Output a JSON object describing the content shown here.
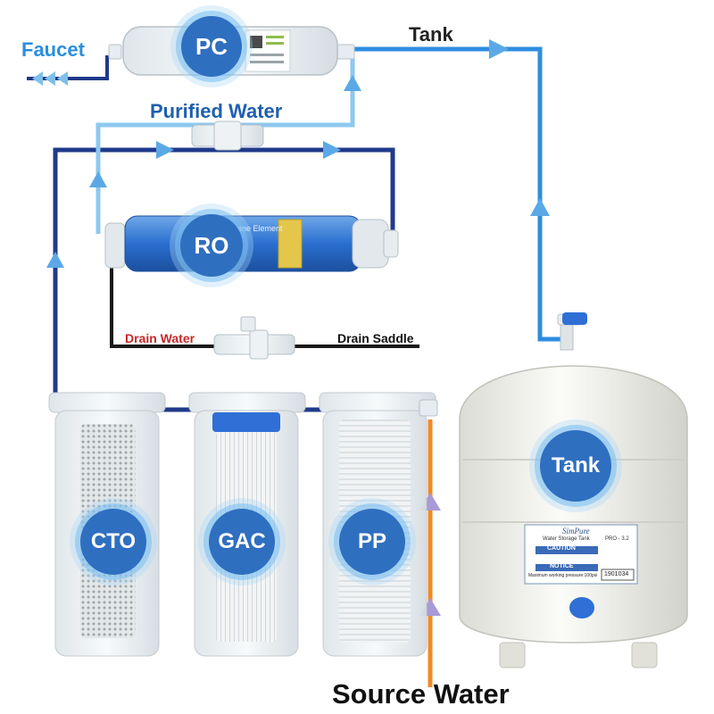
{
  "labels": {
    "faucet": "Faucet",
    "tank_line": "Tank",
    "purified_water": "Purified Water",
    "drain_water": "Drain Water",
    "drain_saddle": "Drain Saddle",
    "source_water": "Source Water"
  },
  "components": {
    "pc": "PC",
    "ro": "RO",
    "cto": "CTO",
    "gac": "GAC",
    "pp": "PP",
    "tank": "Tank"
  },
  "ro_element_text": "Membrane Element",
  "tank_sticker": {
    "brand": "SimPure",
    "title": "Water Storage Tank",
    "model": "PRO - 3.2",
    "caution_heading": "CAUTION",
    "notice_heading": "NOTICE",
    "max_pressure": "Maximum working pressure:100psi",
    "serial": "1901034"
  },
  "colors": {
    "feed_line": "#1f3a8a",
    "purified_line": "#8ec8ef",
    "tank_line": "#2f8de0",
    "drain_line": "#1a1a1a",
    "source_line": "#f08a24",
    "badge": "#2f6fc0",
    "drain_label": "#c62828",
    "faucet_label": "#2a8ee0",
    "purified_label": "#1f5fae"
  }
}
